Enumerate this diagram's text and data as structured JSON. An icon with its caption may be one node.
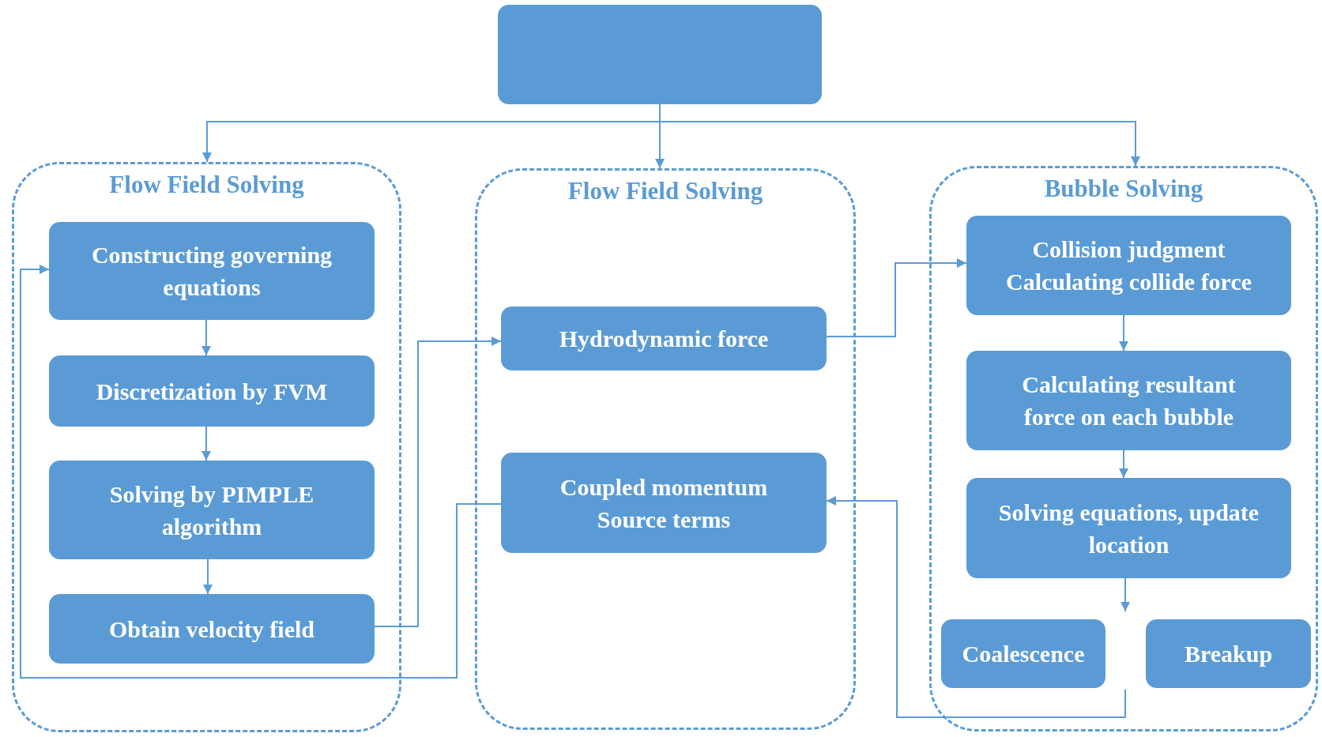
{
  "diagram": {
    "nodes": [
      {
        "text": [],
        "shape": "box"
      },
      {
        "text": [
          "Flow Field Solving"
        ]
      },
      {
        "text": [
          "Constructing governing equations"
        ],
        "in": 1
      },
      {
        "text": [
          "Discretization by FVM"
        ],
        "in": 1
      },
      {
        "text": [
          "Solving by PIMPLE algorithm"
        ],
        "in": 1
      },
      {
        "text": [
          "Obtain velocity field"
        ],
        "in": 1
      },
      {
        "text": [
          "Flow Field Solving"
        ]
      },
      {
        "text": [
          "Hydrodynamic force"
        ],
        "in": 6
      },
      {
        "text": [
          "Coupled momentum",
          "Source terms"
        ],
        "in": 6
      },
      {
        "text": [
          "Bubble Solving"
        ]
      },
      {
        "text": [
          "Collision judgment",
          "Calculating collide force"
        ],
        "in": 9
      },
      {
        "text": [
          "Calculating resultant force on each bubble"
        ],
        "in": 9
      },
      {
        "text": [
          "Solving equations, update location"
        ],
        "in": 9
      },
      {
        "text": [
          "Coalescence"
        ],
        "in": 9
      },
      {
        "text": [
          "Breakup"
        ],
        "in": 9
      }
    ],
    "edges": [
      {
        "from": 0,
        "to": 1,
        "arrow": "to"
      },
      {
        "from": 0,
        "to": 6,
        "arrow": "to"
      },
      {
        "from": 0,
        "to": 9,
        "arrow": "to"
      },
      {
        "from": 2,
        "to": 3,
        "arrow": "to"
      },
      {
        "from": 3,
        "to": 4,
        "arrow": "to"
      },
      {
        "from": 4,
        "to": 5,
        "arrow": "to"
      },
      {
        "from": 5,
        "to": 7,
        "arrow": "to"
      },
      {
        "from": 8,
        "to": 2,
        "arrow": "to"
      },
      {
        "from": 7,
        "to": 10,
        "arrow": "to"
      },
      {
        "from": 10,
        "to": 11,
        "arrow": "to"
      },
      {
        "from": 11,
        "to": 12,
        "arrow": "to"
      },
      {
        "from": 12,
        "to": 13,
        "arrow": "to"
      },
      {
        "from": null,
        "to": 8,
        "arrow": "to"
      }
    ]
  }
}
